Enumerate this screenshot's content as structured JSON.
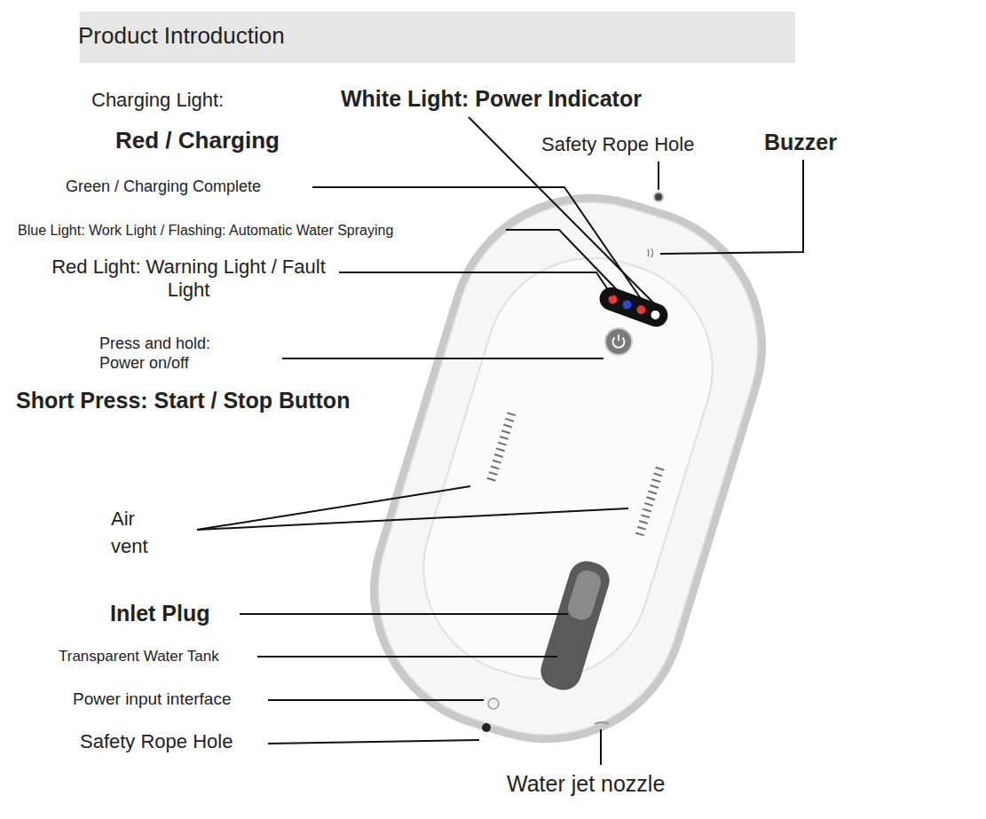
{
  "diagram": {
    "title": "Product Introduction",
    "labels": [
      "Charging Light:",
      "Red / Charging",
      "White Light: Power Indicator",
      "Safety Rope Hole",
      "Buzzer",
      "Green / Charging Complete",
      "Blue Light: Work Light / Flashing: Automatic Water Spraying",
      "Red Light: Warning Light / Fault Light",
      "Press and hold: Power on/off",
      "Short Press: Start / Stop Button",
      "Air vent",
      "Inlet Plug",
      "Transparent Water Tank",
      "Power input interface",
      "Safety Rope Hole",
      "Water jet nozzle"
    ]
  }
}
